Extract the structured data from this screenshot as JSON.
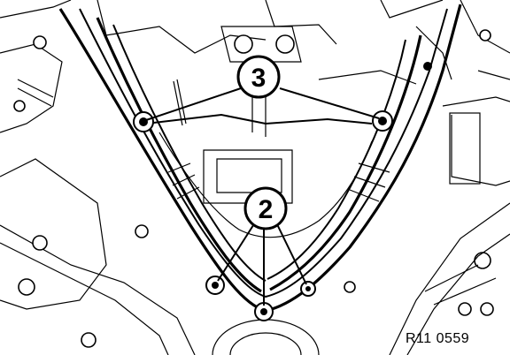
{
  "callouts": [
    {
      "label": "3"
    },
    {
      "label": "2"
    }
  ],
  "reference_code": "R11 0559",
  "colors": {
    "line": "#000000",
    "background": "#ffffff"
  }
}
